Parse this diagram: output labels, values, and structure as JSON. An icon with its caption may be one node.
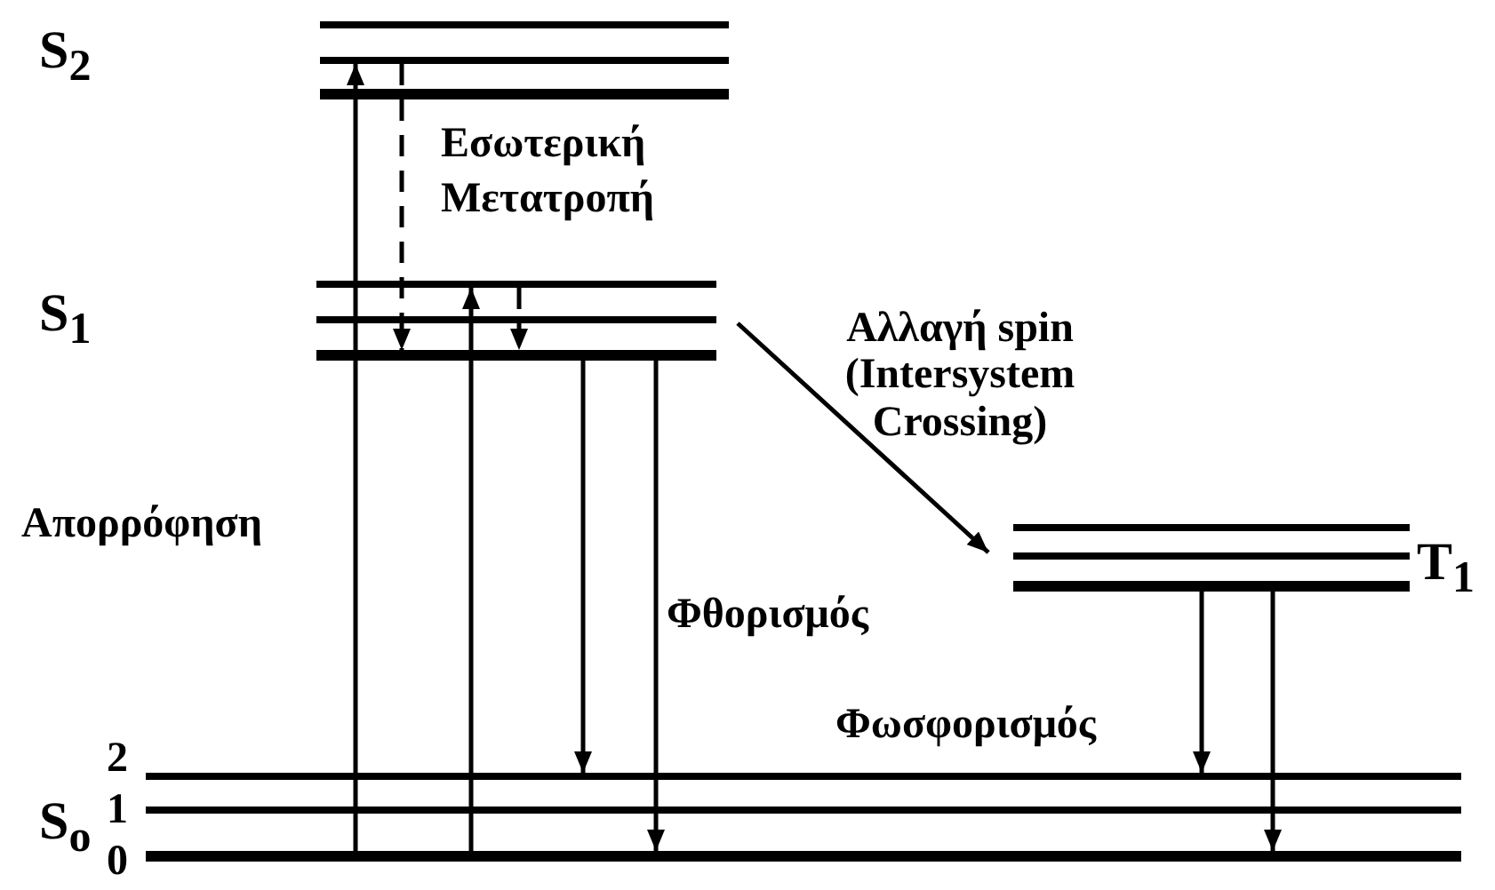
{
  "diagram": {
    "nodes": [
      {
        "text": [],
        "shape": "bar"
      },
      {
        "text": [],
        "shape": "bar"
      },
      {
        "text": [],
        "shape": "bar"
      },
      {
        "text": [],
        "shape": "bar"
      },
      {
        "text": [],
        "shape": "bar"
      },
      {
        "text": [],
        "shape": "bar"
      },
      {
        "text": [],
        "shape": "bar"
      },
      {
        "text": [],
        "shape": "bar"
      },
      {
        "text": [],
        "shape": "bar"
      },
      {
        "text": [],
        "shape": "bar"
      },
      {
        "text": [],
        "shape": "bar"
      },
      {
        "text": [],
        "shape": "bar"
      }
    ],
    "edges": [
      {
        "from": 11,
        "to": 1,
        "arrow": "to",
        "label": "Απορρόφηση"
      },
      {
        "from": 11,
        "to": 3,
        "arrow": "to"
      },
      {
        "from": 1,
        "to": 5,
        "arrow": "to",
        "style": "dashed",
        "label": "Εσωτερική Μετατροπή"
      },
      {
        "from": 3,
        "to": 5,
        "arrow": "to",
        "style": "dashed"
      },
      {
        "from": 5,
        "to": 9,
        "arrow": "to"
      },
      {
        "from": 5,
        "to": 11,
        "arrow": "to",
        "label": "Φθορισμός"
      },
      {
        "from": 4,
        "to": 7,
        "arrow": "to",
        "label": "Αλλαγή spin (Intersystem Crossing)"
      },
      {
        "from": 8,
        "to": 9,
        "arrow": "to",
        "label": "Φωσφορισμός"
      },
      {
        "from": 8,
        "to": 11,
        "arrow": "to"
      }
    ],
    "labels": [
      "S$_{2}$",
      "S$_{1}$",
      "T$_{1}$",
      "S$_{o}$",
      "2",
      "1",
      "0"
    ]
  }
}
